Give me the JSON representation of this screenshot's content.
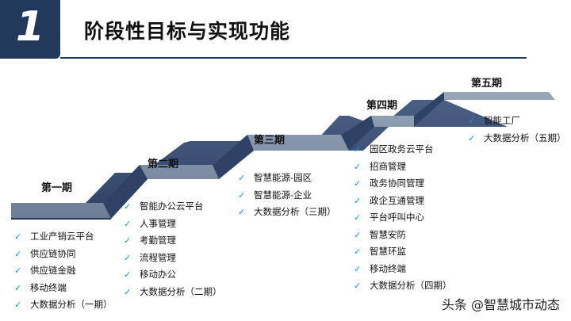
{
  "header": {
    "number": "1",
    "title": "阶段性目标与实现功能"
  },
  "phases": [
    {
      "label": "第一期",
      "items": [
        "工业产销云平台",
        "供应链协同",
        "供应链金融",
        "移动终端",
        "大数据分析（一期）"
      ]
    },
    {
      "label": "第二期",
      "items": [
        "智能办公云平台",
        "人事管理",
        "考勤管理",
        "流程管理",
        "移动办公",
        "大数据分析（二期）"
      ]
    },
    {
      "label": "第三期",
      "items": [
        "智慧能源-园区",
        "智慧能源-企业",
        "大数据分析（三期）"
      ]
    },
    {
      "label": "第四期",
      "items": [
        "园区政务云平台",
        "招商管理",
        "政务协同管理",
        "政企互通管理",
        "平台呼叫中心",
        "智慧安防",
        "智慧环监",
        "移动终端",
        "大数据分析（四期）"
      ]
    },
    {
      "label": "第五期",
      "items": [
        "智能工厂",
        "大数据分析（五期）"
      ]
    }
  ],
  "watermark": "头条 @智慧城市动态",
  "colors": {
    "accent": "#23395b",
    "check": "#1e8fd0",
    "stair_top": "#808fa3",
    "stair_side": "#3f5377"
  }
}
